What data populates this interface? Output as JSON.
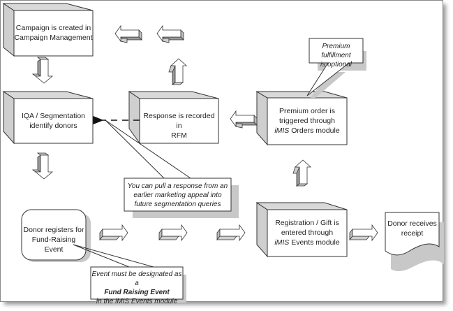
{
  "diagram": {
    "title": "Fund-raising campaign workflow",
    "nodes": [
      {
        "id": "campaign",
        "shape": "3d-box",
        "line1": "Campaign is created in",
        "line2": "Campaign Management"
      },
      {
        "id": "iqa",
        "shape": "3d-box",
        "line1": "IQA / Segmentation",
        "line2": "identify donors"
      },
      {
        "id": "response",
        "shape": "3d-box",
        "line1": "Response is recorded in",
        "line2": "RFM"
      },
      {
        "id": "premium",
        "shape": "3d-box",
        "line1": "Premium order is",
        "line2": "triggered through",
        "line3_italic": "iMIS",
        "line3_rest": " Orders module"
      },
      {
        "id": "donor-registers",
        "shape": "rounded-box",
        "line1": "Donor registers for",
        "line2": "Fund-Raising Event"
      },
      {
        "id": "registration",
        "shape": "3d-box",
        "line1": "Registration / Gift is",
        "line2": "entered through",
        "line3_italic": "iMIS",
        "line3_rest": " Events module"
      },
      {
        "id": "receipt",
        "shape": "document",
        "line1": "Donor receives",
        "line2": "receipt"
      }
    ],
    "callouts": [
      {
        "id": "premium-optional",
        "line1": "Premium fulfillment",
        "line2": "is optional"
      },
      {
        "id": "pull-response",
        "line1": "You can pull a response from an",
        "line2": "earlier marketing appeal into",
        "line3": "future segmentation queries"
      },
      {
        "id": "fund-raising-event",
        "line1": "Event must be designated as a",
        "line2_bold": "Fund Raising Event",
        "line3": "in the iMIS Events module"
      }
    ],
    "arrows": [
      {
        "from": "campaign",
        "to": "iqa",
        "direction": "down"
      },
      {
        "from": "iqa",
        "to": "donor-registers",
        "direction": "down"
      },
      {
        "from": "donor-registers",
        "to": "registration",
        "direction": "right",
        "count": 3
      },
      {
        "from": "registration",
        "to": "receipt",
        "direction": "right"
      },
      {
        "from": "registration",
        "to": "premium",
        "direction": "up"
      },
      {
        "from": "premium",
        "to": "response",
        "direction": "left"
      },
      {
        "from": "response",
        "to": "campaign",
        "direction": "up-then-left"
      },
      {
        "from": "response",
        "to": "iqa",
        "direction": "left",
        "style": "dashed"
      }
    ]
  }
}
